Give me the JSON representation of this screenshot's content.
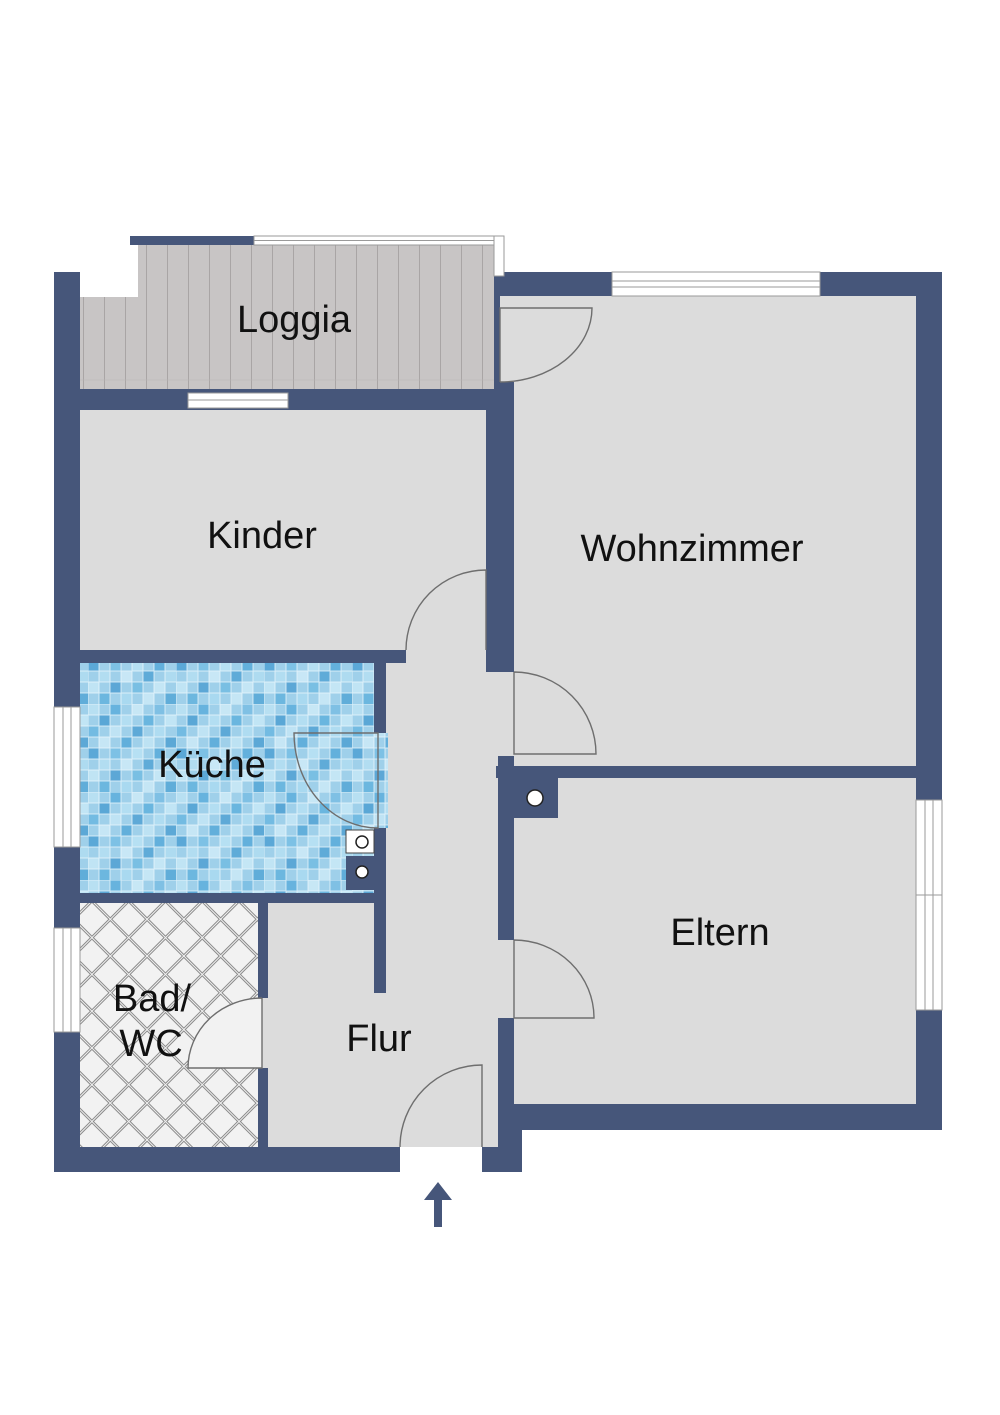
{
  "rooms": {
    "loggia": "Loggia",
    "kinder": "Kinder",
    "wohnzimmer": "Wohnzimmer",
    "kueche": "Küche",
    "eltern": "Eltern",
    "bad_line1": "Bad/",
    "bad_line2": "WC",
    "flur": "Flur"
  },
  "colors": {
    "wall": "#46567a",
    "floor": "#dcdcdc",
    "loggia_floor": "#c9c6c6",
    "tile_light": "#a9d6ee",
    "tile_dark": "#5da9d6",
    "bath_floor": "#f2f2f2"
  },
  "icons": {
    "entrance": "up-arrow-icon",
    "chimney": "chimney-icon",
    "stove": "stove-icon"
  }
}
